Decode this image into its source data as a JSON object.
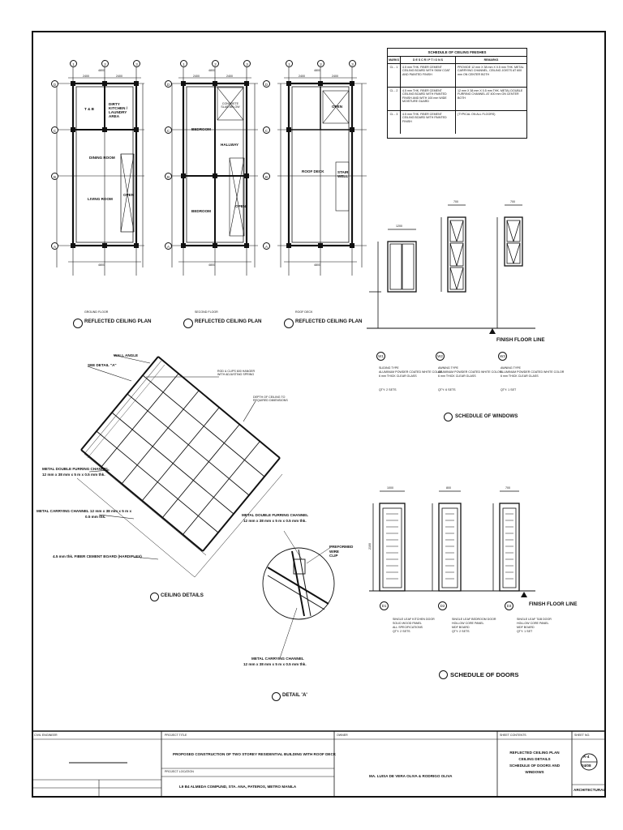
{
  "plans": {
    "title": "REFLECTED CEILING PLAN",
    "grid_numbers": [
      "1",
      "2",
      "3"
    ],
    "grid_letters": [
      "D",
      "C",
      "B",
      "A"
    ],
    "dim_top": "4800",
    "dim_halves": [
      "2400",
      "2400"
    ],
    "ground": {
      "level": "GROUND FLOOR",
      "rooms": [
        "T & B",
        "DIRTY KITCHEN / LAUNDRY AREA",
        "DINING ROOM",
        "LIVING ROOM",
        "OPEN"
      ]
    },
    "second": {
      "level": "SECOND FLOOR",
      "rooms": [
        "BEDROOM",
        "HALLWAY",
        "BEDROOM",
        "OPEN",
        "CONCRETE SLAB BELOW"
      ]
    },
    "roof": {
      "level": "ROOF DECK",
      "rooms": [
        "ROOF DECK",
        "OPEN",
        "STAIR WELL"
      ]
    }
  },
  "finish_schedule": {
    "title": "SCHEDULE OF CEILING FINISHES",
    "col_marks": "MARKS",
    "col_desc": "D E S C R I P T I O N S",
    "col_remarks": "REMARKS",
    "rows": [
      {
        "mark": "CL - 1",
        "desc": "4.5 mm THK. FIBER CEMENT CEILING BOARD WITH SKIM COAT AND PAINTED FINISH",
        "remarks": "PROVIDE 12 mm X 38 mm X 0.5 mm THK. METAL CARRYING CHANNEL, CEILING JOISTS AT 600 mm ON CENTER BOTH"
      },
      {
        "mark": "CL - 2",
        "desc": "4.5 mm THK. FIBER CEMENT CEILING BOARD WITH PAINTED FINISH AND WITH 100 mm WIDE MOISTURE GUARD",
        "remarks": "12 mm X 38 mm X 0.5 mm THK. METAL DOUBLE FURRING CHANNEL AT 400 mm ON CENTER BOTH"
      },
      {
        "mark": "CL - 3",
        "desc": "4.5 mm THK. FIBER CEMENT CEILING BOARD WITH PAINTED FINISH",
        "remarks": "(TYPICAL ON ALL FLOORS)"
      }
    ]
  },
  "windows": {
    "dims": [
      "1200",
      "700",
      "700"
    ],
    "finish_floor": "FINISH FLOOR LINE",
    "tags": [
      "W1",
      "W2",
      "W3"
    ],
    "descs": [
      [
        "SLIDING TYPE",
        "ALUMINUM POWDER COATED WHITE COLOR",
        "6 mm THICK CLEAR GLASS",
        "QTY: 2 SETS"
      ],
      [
        "AWNING TYPE",
        "ALUMINUM POWDER COATED WHITE COLOR",
        "6 mm THICK CLEAR GLASS",
        "QTY: 6 SETS"
      ],
      [
        "AWNING TYPE",
        "ALUMINUM POWDER COATED WHITE COLOR",
        "6 mm THICK CLEAR GLASS",
        "QTY: 1 SET"
      ]
    ],
    "title": "SCHEDULE OF WINDOWS"
  },
  "doors": {
    "dims": [
      "1000",
      "800",
      "700"
    ],
    "height": "2100",
    "finish_floor": "FINISH FLOOR LINE",
    "tags": [
      "D1",
      "D2",
      "D3"
    ],
    "descs": [
      [
        "SINGLE LEAF KITCHEN DOOR",
        "SOLID WOOD PANEL",
        "ALL SPECIFICATIONS",
        "QTY: 2 SETS"
      ],
      [
        "SINGLE LEAF BEDROOM DOOR",
        "HOLLOW CORE PANEL",
        "MDF BOARD",
        "QTY: 2 SETS"
      ],
      [
        "SINGLE LEAF T&B DOOR",
        "HOLLOW CORE PANEL",
        "MDF BOARD",
        "QTY: 1 SET"
      ]
    ],
    "title": "SCHEDULE OF DOORS"
  },
  "ceiling_details": {
    "title": "CEILING DETAILS",
    "labels": {
      "wall_angle": "WALL ANGLE",
      "see_detail": "SEE DETAIL \"A\"",
      "rod": "ROD & CLIPS 600 HANGER WITH ADJUSTING SPRING",
      "depth": "DEPTH OF CEILING TO REQUIRED DIMENSIONS",
      "double_furring": "METAL DOUBLE FURRING CHANNEL",
      "double_furring_spec": "12 mm x 38 mm x 5 m x 0.5 mm thk.",
      "carrying": "METAL CARRYING CHANNEL 12 mm x 38 mm x 5 m x",
      "carrying_spec": "0.5 mm thk.",
      "fiber_board": "4.5 mm thk. FIBER CEMENT BOARD (HARDIFLEX)"
    }
  },
  "detail_a": {
    "title": "DETAIL 'A'",
    "furring": "METAL DOUBLE FURRING CHANNEL",
    "furring_spec": "12 mm x 38 mm x 5 m x 0.5 mm thk.",
    "clip": "PREFORMED WIRE CLIP",
    "carrying": "METAL CARRYING CHANNEL",
    "carrying_spec": "12 mm x 38 mm x 5 m x 0.5 mm thk."
  },
  "title_block": {
    "civil_engineer": "CIVIL ENGINEER",
    "project_title_label": "PROJECT TITLE",
    "project_title": "PROPOSED CONSTRUCTION OF TWO STOREY RESIDENTIAL BUILDING WITH ROOF DECK",
    "project_location_label": "PROJECT LOCATION",
    "project_location": "L9 B4 ALMEDA COMPUND, STA. ANA, PATEROS, METRO MANILA",
    "owner_label": "OWNER",
    "owner": "MA.   LUISA DE VERA OLIVA & RODRIGO OLIVA",
    "sheet_contents_label": "SHEET CONTENTS",
    "sheet_contents": [
      "REFLECTED CEILING PLAN",
      "CEILING DETAILS",
      "SCHEDULE OF DOORS AND",
      "WINDOWS"
    ],
    "sheet_no_label": "SHEET NO.",
    "sheet_no": "A-4",
    "sheet_of": "04/08",
    "discipline": "ARCHITECTURAL"
  }
}
